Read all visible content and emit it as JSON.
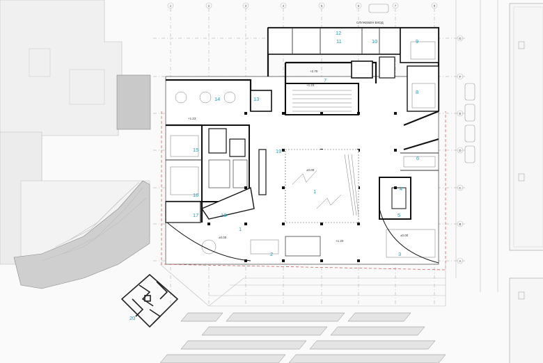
{
  "plan": {
    "rooms": [
      {
        "num": "1"
      },
      {
        "num": "2"
      },
      {
        "num": "3"
      },
      {
        "num": "4"
      },
      {
        "num": "5"
      },
      {
        "num": "6"
      },
      {
        "num": "7"
      },
      {
        "num": "8"
      },
      {
        "num": "9"
      },
      {
        "num": "10"
      },
      {
        "num": "11"
      },
      {
        "num": "12"
      },
      {
        "num": "13"
      },
      {
        "num": "14"
      },
      {
        "num": "15"
      },
      {
        "num": "16"
      },
      {
        "num": "17"
      },
      {
        "num": "18"
      },
      {
        "num": "19"
      },
      {
        "num": "20"
      }
    ],
    "labels": {
      "service_entrance": "СЛУЖЕБЕН ВХОД",
      "elev_1": "+1.23",
      "elev_2": "±0.00",
      "elev_3": "+1.20",
      "elev_4": "+2.70",
      "elev_5": "±0.00",
      "elev_6": "+1.23",
      "elev_7": "±0.00"
    },
    "axes_top": [
      "1",
      "2",
      "3",
      "4",
      "5",
      "6",
      "7",
      "8"
    ],
    "axes_right": [
      "G",
      "F",
      "E",
      "D",
      "C",
      "B",
      "A"
    ],
    "colors": {
      "room_number": "#1e9bb6",
      "wall": "#111111",
      "boundary": "#d04a4a"
    }
  }
}
